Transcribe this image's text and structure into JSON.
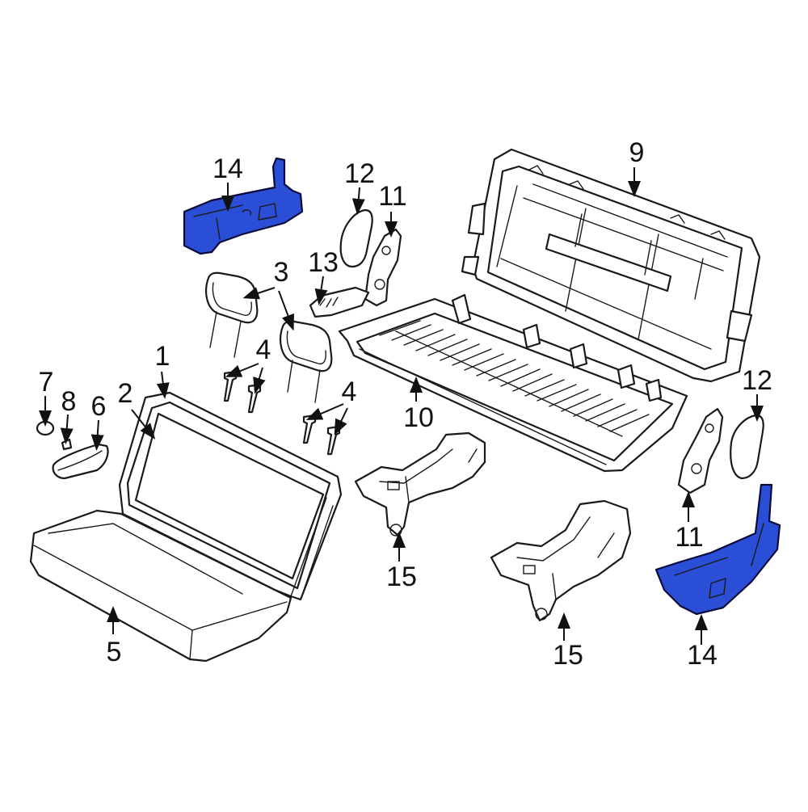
{
  "colors": {
    "highlight": "#2a4fd6",
    "line": "#1a1a1a",
    "background": "#ffffff"
  },
  "callouts": {
    "c1": "1",
    "c2": "2",
    "c3": "3",
    "c4a": "4",
    "c4b": "4",
    "c5": "5",
    "c6": "6",
    "c7": "7",
    "c8": "8",
    "c9": "9",
    "c10": "10",
    "c11a": "11",
    "c11b": "11",
    "c12a": "12",
    "c12b": "12",
    "c13": "13",
    "c14a": "14",
    "c14b": "14",
    "c15a": "15",
    "c15b": "15"
  },
  "parts": [
    {
      "name": "seat-back-frame",
      "label": "9"
    },
    {
      "name": "seat-cushion-frame",
      "label": "10"
    },
    {
      "name": "seat-back-cover",
      "label": "1"
    },
    {
      "name": "seat-back-pad",
      "label": "2"
    },
    {
      "name": "headrest",
      "label": "3"
    },
    {
      "name": "headrest-guide",
      "label": "4"
    },
    {
      "name": "seat-cushion",
      "label": "5"
    },
    {
      "name": "armrest",
      "label": "6"
    },
    {
      "name": "cap",
      "label": "7"
    },
    {
      "name": "clip",
      "label": "8"
    },
    {
      "name": "hinge",
      "label": "11"
    },
    {
      "name": "hinge-cover",
      "label": "12"
    },
    {
      "name": "release-handle",
      "label": "13"
    },
    {
      "name": "side-trim-panel",
      "label": "14",
      "highlighted": true
    },
    {
      "name": "seat-riser",
      "label": "15"
    }
  ]
}
